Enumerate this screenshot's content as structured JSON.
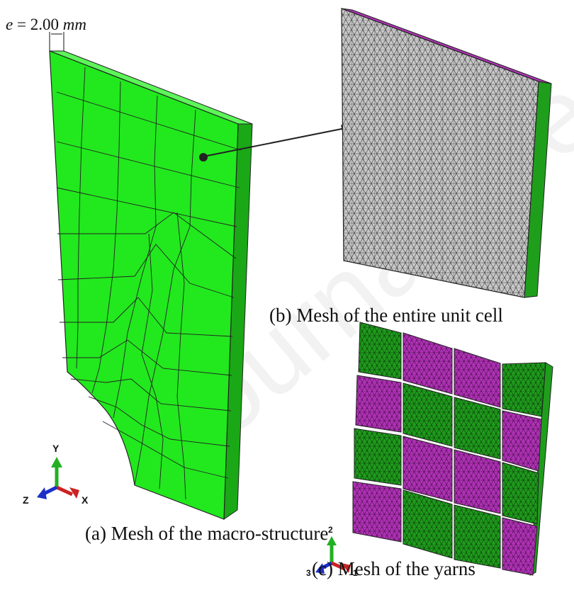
{
  "thickness_label": {
    "prefix": "e = 2.00",
    "unit": "mm"
  },
  "captions": {
    "a": "(a) Mesh of the macro-structure",
    "b": "(b) Mesh of the entire unit cell",
    "c": "(c) Mesh of the yarns"
  },
  "triad_macro": {
    "up": "Y",
    "right": "X",
    "left": "Z"
  },
  "triad_yarn": {
    "up": "2",
    "right": "1",
    "left": "3"
  },
  "watermark": "Journal Pre-proof",
  "colors": {
    "macro_face": "#22e81e",
    "macro_side": "#1aa816",
    "macro_top": "#5df55a",
    "unitcell_face": "#c9c9c9",
    "yarn_green": "#1f9e1c",
    "yarn_magenta": "#b233b8",
    "triad_green": "#22b022",
    "triad_red": "#cc2222",
    "triad_blue": "#1c2fc8"
  }
}
